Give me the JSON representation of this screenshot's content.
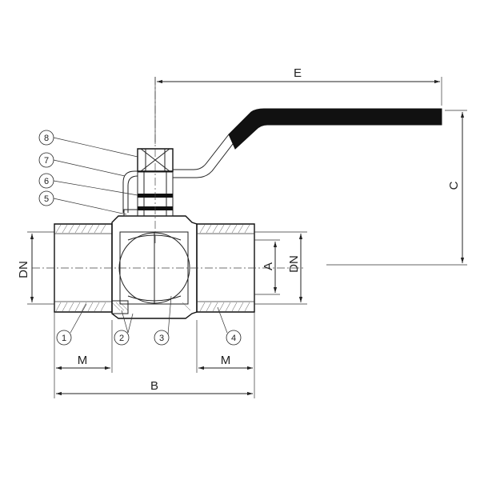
{
  "dimensions": {
    "E": "E",
    "C": "C",
    "A": "A",
    "DN_left": "DN",
    "DN_right": "DN",
    "M_left": "M",
    "M_right": "M",
    "B": "B"
  },
  "callouts": [
    "1",
    "2",
    "3",
    "4",
    "5",
    "6",
    "7",
    "8"
  ],
  "colors": {
    "line": "#222222",
    "handle": "#111111",
    "background": "#ffffff"
  }
}
